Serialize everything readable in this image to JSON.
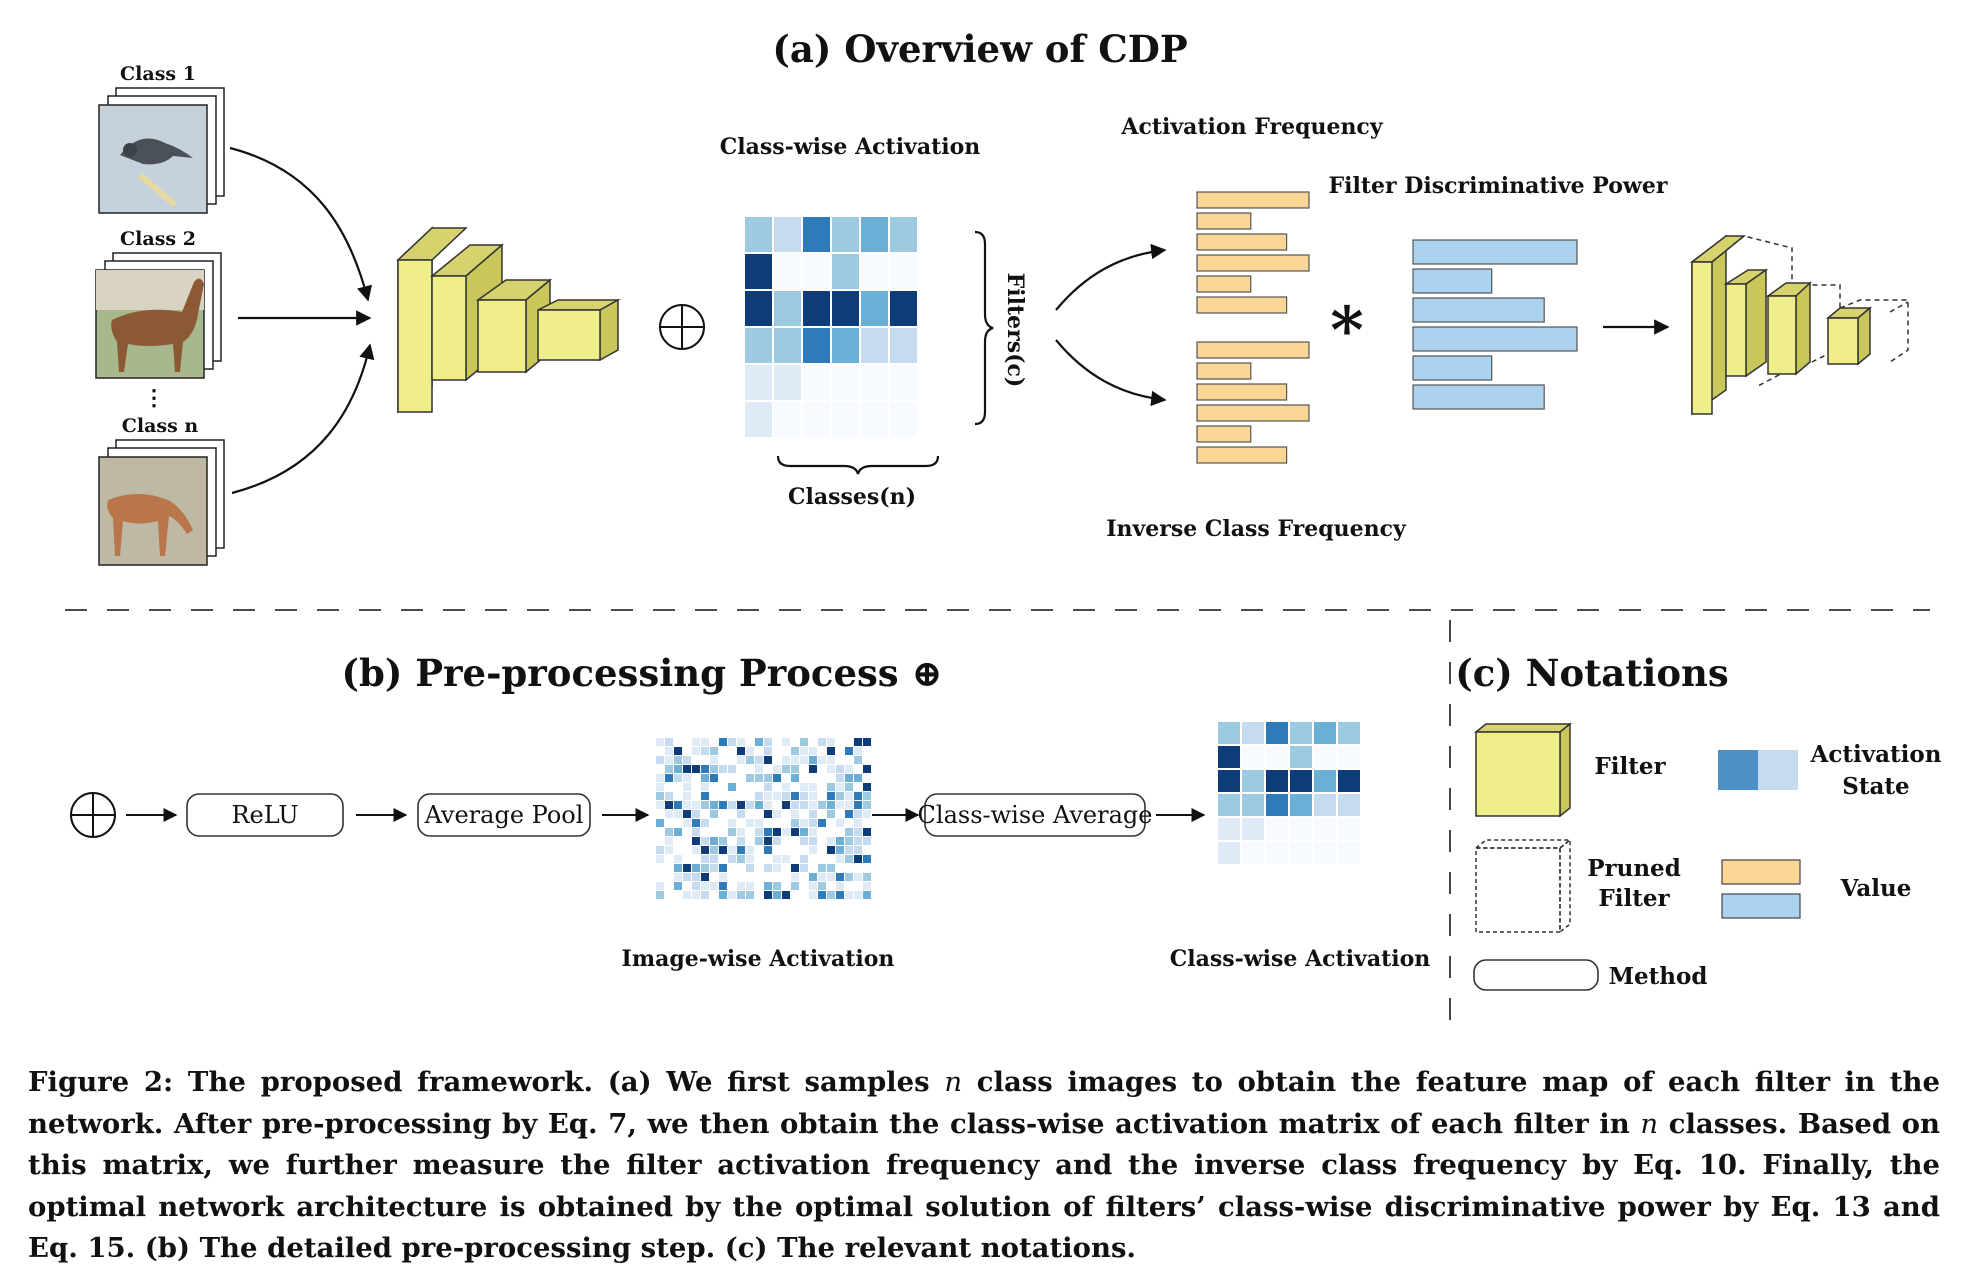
{
  "panel_a": {
    "title": "(a) Overview of CDP",
    "inputs": {
      "class_1": "Class 1",
      "class_2": "Class 2",
      "ellipsis": "⋮",
      "class_n": "Class n"
    },
    "class_wise_activation_title": "Class-wise Activation",
    "classes_label": "Classes(n)",
    "filters_label": "Filters(c)",
    "activation_frequency": "Activation Frequency",
    "inverse_class_frequency": "Inverse Class Frequency",
    "filter_discriminative_power": "Filter Discriminative Power",
    "multiply_symbol": "*",
    "activation_matrix": [
      [
        3,
        2,
        5,
        3,
        4,
        3
      ],
      [
        6,
        0,
        0,
        3,
        0,
        0
      ],
      [
        6,
        3,
        6,
        6,
        4,
        6
      ],
      [
        3,
        3,
        5,
        4,
        2,
        2
      ],
      [
        1,
        1,
        0,
        0,
        0,
        0
      ],
      [
        1,
        0,
        0,
        0,
        0,
        0
      ]
    ],
    "activation_frequency_bars": [
      1.0,
      0.48,
      0.8,
      1.0,
      0.48,
      0.8
    ],
    "inverse_class_frequency_bars": [
      1.0,
      0.48,
      0.8,
      1.0,
      0.48,
      0.8
    ],
    "discriminative_power_bars": [
      1.0,
      0.48,
      0.8,
      1.0,
      0.48,
      0.8
    ]
  },
  "panel_b": {
    "title": "(b) Pre-processing Process ⊕",
    "steps": [
      "ReLU",
      "Average Pool",
      "Class-wise Average"
    ],
    "image_wise_activation": "Image-wise Activation",
    "class_wise_activation": "Class-wise Activation"
  },
  "panel_c": {
    "title": "(c) Notations",
    "filter": "Filter",
    "pruned_filter": [
      "Pruned",
      "Filter"
    ],
    "method": "Method",
    "activation_state": [
      "Activation",
      "State"
    ],
    "value": "Value"
  },
  "colors": {
    "filter_front": "#f0ee8a",
    "filter_side": "#c9c65a",
    "value_orange": "#f9d596",
    "value_blue": "#abd3ef",
    "heat_scale": [
      "#f7fbff",
      "#deebf7",
      "#c6dbef",
      "#9ecae1",
      "#6baed6",
      "#2f7bb9",
      "#0d3c78"
    ]
  },
  "caption": {
    "label": "Figure 2:",
    "text_1": "The proposed framework. (a) We first samples",
    "var_n": "n",
    "text_2": "class images to obtain the feature map of each filter in the network. After pre-processing by Eq. 7, we then obtain the class-wise activation matrix of each filter in",
    "text_3": "classes. Based on this matrix, we further measure the filter activation frequency and the inverse class frequency by Eq. 10. Finally, the optimal network architecture is obtained by the optimal solution of filters’ class-wise discriminative power by Eq. 13 and Eq. 15. (b) The detailed pre-processing step. (c) The relevant notations."
  }
}
